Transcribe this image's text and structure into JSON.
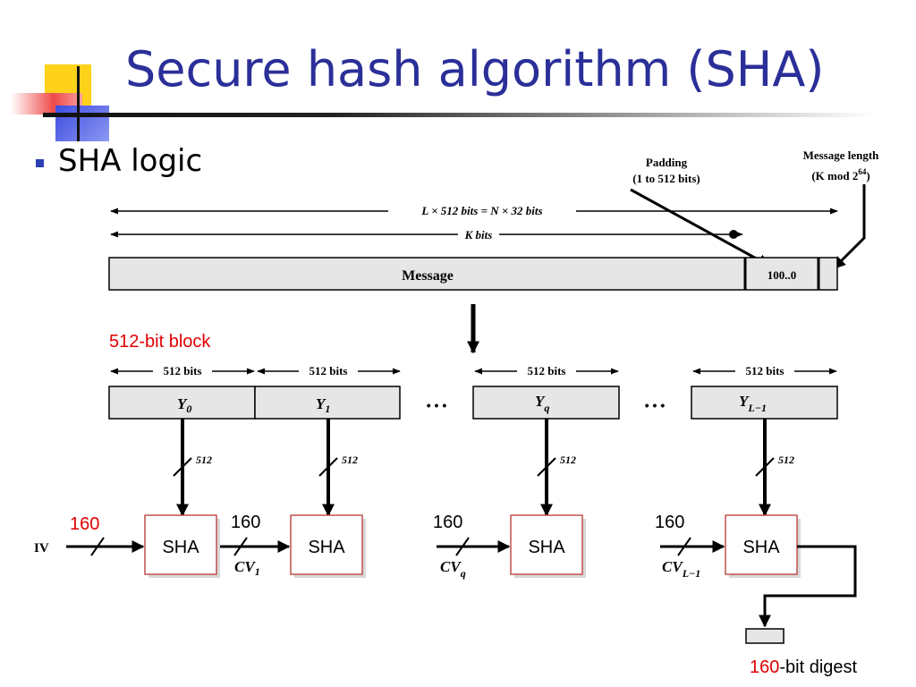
{
  "slide": {
    "title": "Secure hash algorithm (SHA)",
    "bullet": "SHA logic"
  },
  "diagram": {
    "padding_label_1": "Padding",
    "padding_label_2": "(1 to 512 bits)",
    "msg_length_label_1": "Message length",
    "msg_length_label_2_a": "(K mod 2",
    "msg_length_label_2_sup": "64",
    "msg_length_label_2_b": ")",
    "total_length_label": "L × 512 bits = N × 32 bits",
    "k_bits_label": "K bits",
    "message_label": "Message",
    "padding_value": "100..0",
    "block_label": "512-bit block",
    "block_size_label": "512 bits",
    "blocks": [
      {
        "sym": "Y",
        "sub": "0"
      },
      {
        "sym": "Y",
        "sub": "1"
      },
      {
        "sym": "Y",
        "sub": "q"
      },
      {
        "sym": "Y",
        "sub": "L−1"
      }
    ],
    "ellipsis": "• • •",
    "bus_width": "512",
    "sha_label": "SHA",
    "chain_width": "160",
    "iv_label": "IV",
    "cvs": [
      {
        "sym": "CV",
        "sub": "1"
      },
      {
        "sym": "CV",
        "sub": "q"
      },
      {
        "sym": "CV",
        "sub": "L−1"
      }
    ],
    "digest_number": "160",
    "digest_text": "-bit digest"
  },
  "colors": {
    "title": "#2b2f98",
    "accent_red": "#e00000",
    "box_fill": "#e6e6e6"
  }
}
